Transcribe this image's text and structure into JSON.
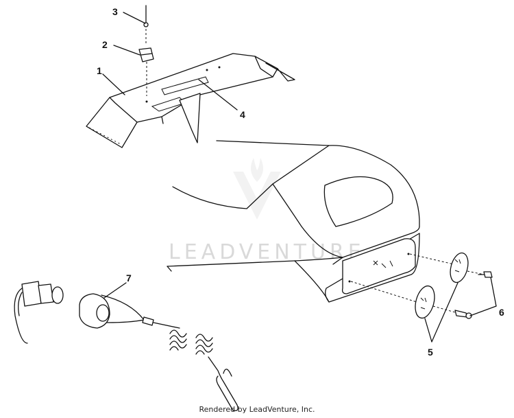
{
  "callouts": {
    "c1": "1",
    "c2": "2",
    "c3": "3",
    "c4": "4",
    "c5": "5",
    "c6": "6",
    "c7": "7"
  },
  "watermark": "LEADVENTURE",
  "footer": "Rendered by LeadVenture, Inc."
}
